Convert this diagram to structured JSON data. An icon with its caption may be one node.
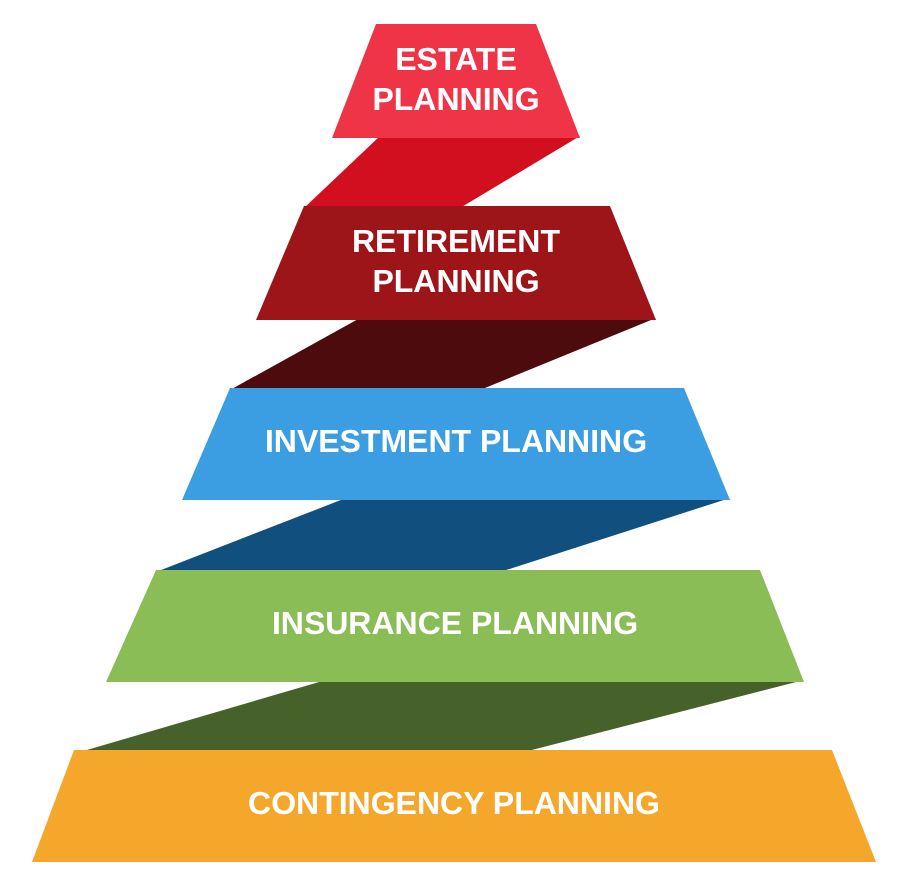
{
  "diagram": {
    "nodes": [
      {
        "text": [
          "ESTATE PLANNING"
        ]
      },
      {
        "text": [
          "RETIREMENT PLANNING"
        ]
      },
      {
        "text": [
          "INVESTMENT PLANNING"
        ]
      },
      {
        "text": [
          "INSURANCE PLANNING"
        ]
      },
      {
        "text": [
          "CONTINGENCY PLANNING"
        ]
      }
    ]
  }
}
